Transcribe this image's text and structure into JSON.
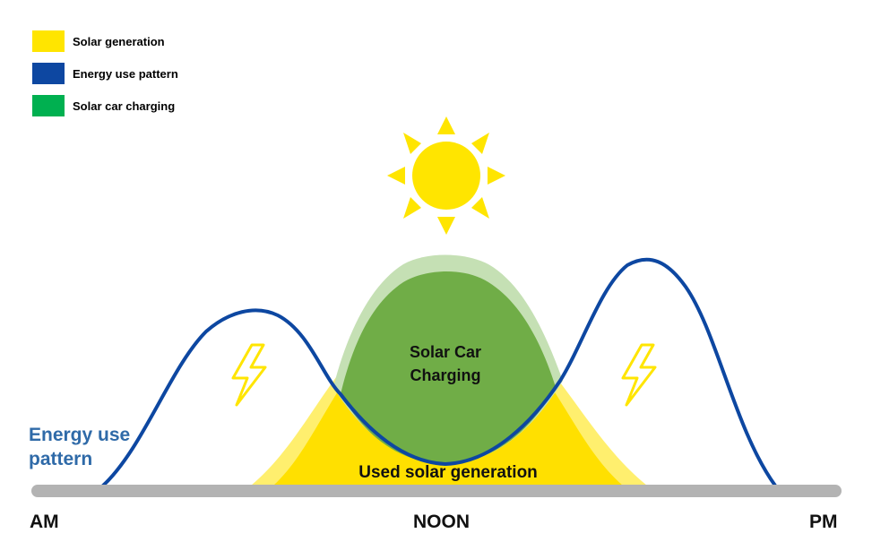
{
  "legend": [
    {
      "label": "Solar generation",
      "color": "#FFE500"
    },
    {
      "label": "Energy use pattern",
      "color": "#0D47A1"
    },
    {
      "label": "Solar car charging",
      "color": "#00B050"
    }
  ],
  "labels": {
    "energy_use_line1": "Energy use",
    "energy_use_line2": "pattern",
    "solar_car_line1": "Solar Car",
    "solar_car_line2": "Charging",
    "used_solar": "Used solar generation"
  },
  "axis": {
    "left": "AM",
    "center": "NOON",
    "right": "PM"
  },
  "colors": {
    "solar_yellow": "#FFE000",
    "solar_yellow_light": "#FFEF6E",
    "energy_blue": "#0D47A1",
    "charging_green": "#70AD47",
    "charging_green_light": "#C5E0B4",
    "baseline_gray": "#B3B3B3",
    "label_blue": "#2F6AA8"
  },
  "icons": [
    "sun-icon",
    "lightning-icon"
  ]
}
